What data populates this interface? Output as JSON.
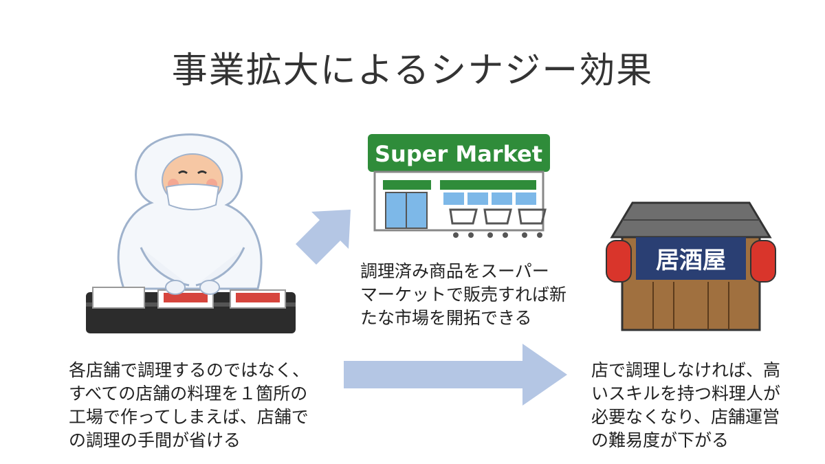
{
  "title": "事業拡大によるシナジー効果",
  "captions": {
    "factory": "各店舗で調理するのではなく、\nすべての店舗の料理を１箇所の\n工場で作ってしまえば、店舗で\nの調理の手間が省ける",
    "market": "調理済み商品をスーパー\nマーケットで販売すれば新\nたな市場を開拓できる",
    "izakaya": "店で調理しなければ、高\nいスキルを持つ料理人が\n必要なくなり、店舗運営\nの難易度が下がる"
  },
  "signs": {
    "supermarket": "Super Market",
    "izakaya": "居酒屋"
  },
  "colors": {
    "arrow": "#b4c6e4",
    "market_green": "#2f8c3a",
    "izakaya_navy": "#2a3f73",
    "lantern_red": "#d9352b"
  },
  "icons": [
    "factory-worker-illustration",
    "supermarket-illustration",
    "izakaya-illustration",
    "arrow-up-right",
    "arrow-right"
  ]
}
